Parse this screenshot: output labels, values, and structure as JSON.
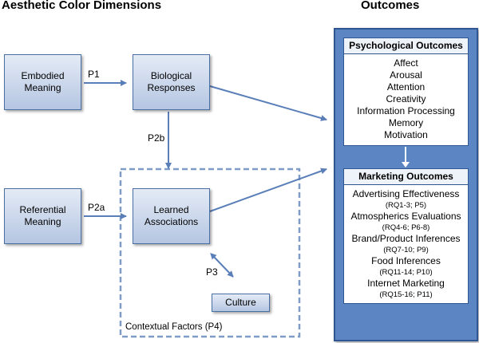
{
  "headings": {
    "left": "Aesthetic Color Dimensions",
    "right": "Outcomes"
  },
  "boxes": {
    "embodied": [
      "Embodied",
      "Meaning"
    ],
    "biological": [
      "Biological",
      "Responses"
    ],
    "referential": [
      "Referential",
      "Meaning"
    ],
    "learned": [
      "Learned",
      "Associations"
    ],
    "culture": "Culture"
  },
  "arrow_labels": {
    "p1": "P1",
    "p2b": "P2b",
    "p2a": "P2a",
    "p3": "P3"
  },
  "contextual_factors": "Contextual Factors (P4)",
  "psychological": {
    "title": "Psychological Outcomes",
    "items": [
      "Affect",
      "Arousal",
      "Attention",
      "Creativity",
      "Information Processing",
      "Memory",
      "Motivation"
    ]
  },
  "marketing": {
    "title": "Marketing Outcomes",
    "items": [
      {
        "name": "Advertising Effectiveness",
        "ref": "(RQ1-3; P5)"
      },
      {
        "name": "Atmospherics Evaluations",
        "ref": "(RQ4-6; P6-8)"
      },
      {
        "name": "Brand/Product Inferences",
        "ref": "(RQ7-10; P9)"
      },
      {
        "name": "Food Inferences",
        "ref": "(RQ11-14; P10)"
      },
      {
        "name": "Internet Marketing",
        "ref": "(RQ15-16; P11)"
      }
    ]
  },
  "colors": {
    "box_top": "#e4ebf6",
    "box_bottom": "#b5c6e2",
    "border": "#4a6fa5",
    "panel": "#5b86c3",
    "arrow": "#5a7fb8",
    "dashed": "#7f9cc7"
  }
}
